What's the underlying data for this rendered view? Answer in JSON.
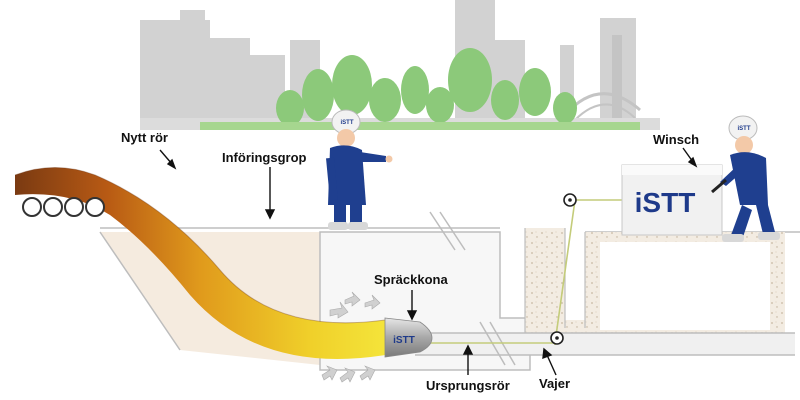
{
  "labels": {
    "new_pipe": "Nytt rör",
    "insertion_pit": "Införingsgrop",
    "winch": "Winsch",
    "burst_cone": "Spräckkona",
    "original_pipe": "Ursprungsrör",
    "cable": "Vajer"
  },
  "logos": {
    "winch_box": "iSTT",
    "cone": "iSTT",
    "helmet_left": "iSTT",
    "helmet_right": "iSTT"
  },
  "colors": {
    "pipe_dark": "#7a3a12",
    "pipe_mid": "#d8861a",
    "pipe_light": "#f2e02a",
    "worker_suit": "#1f3f8f",
    "logo_blue": "#1e3a8a",
    "soil": "#f3e6d6",
    "pit_grey": "#e4e1dc",
    "skyline": "#cfcfcf",
    "trees": "#8cc97a"
  }
}
